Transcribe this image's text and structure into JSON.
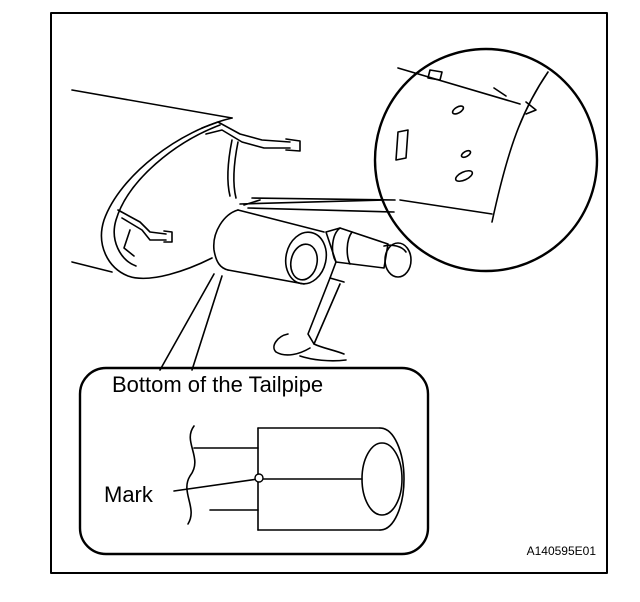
{
  "labels": {
    "inset_title": "Bottom of the Tailpipe",
    "mark": "Mark",
    "figure_code": "A140595E01"
  }
}
